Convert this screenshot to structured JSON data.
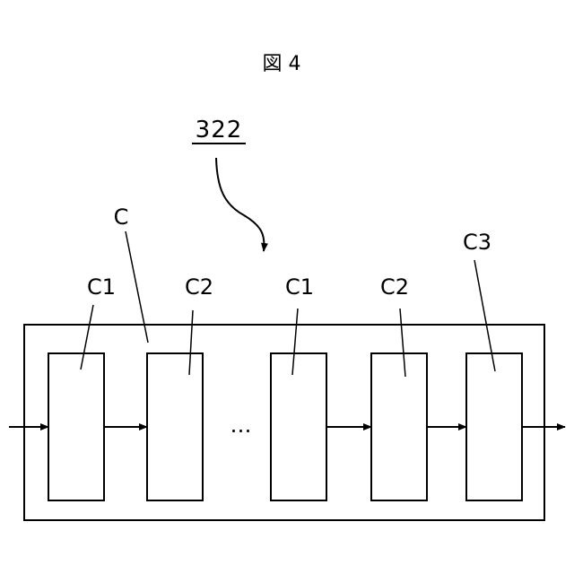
{
  "figure": {
    "title": "図 4",
    "reference": "322"
  },
  "labels": {
    "group": "C",
    "c1_first": "C1",
    "c2_first": "C2",
    "c1_second": "C1",
    "c2_second": "C2",
    "c3": "C3",
    "ellipsis": "…"
  },
  "colors": {
    "stroke": "#000000",
    "background": "#ffffff"
  }
}
